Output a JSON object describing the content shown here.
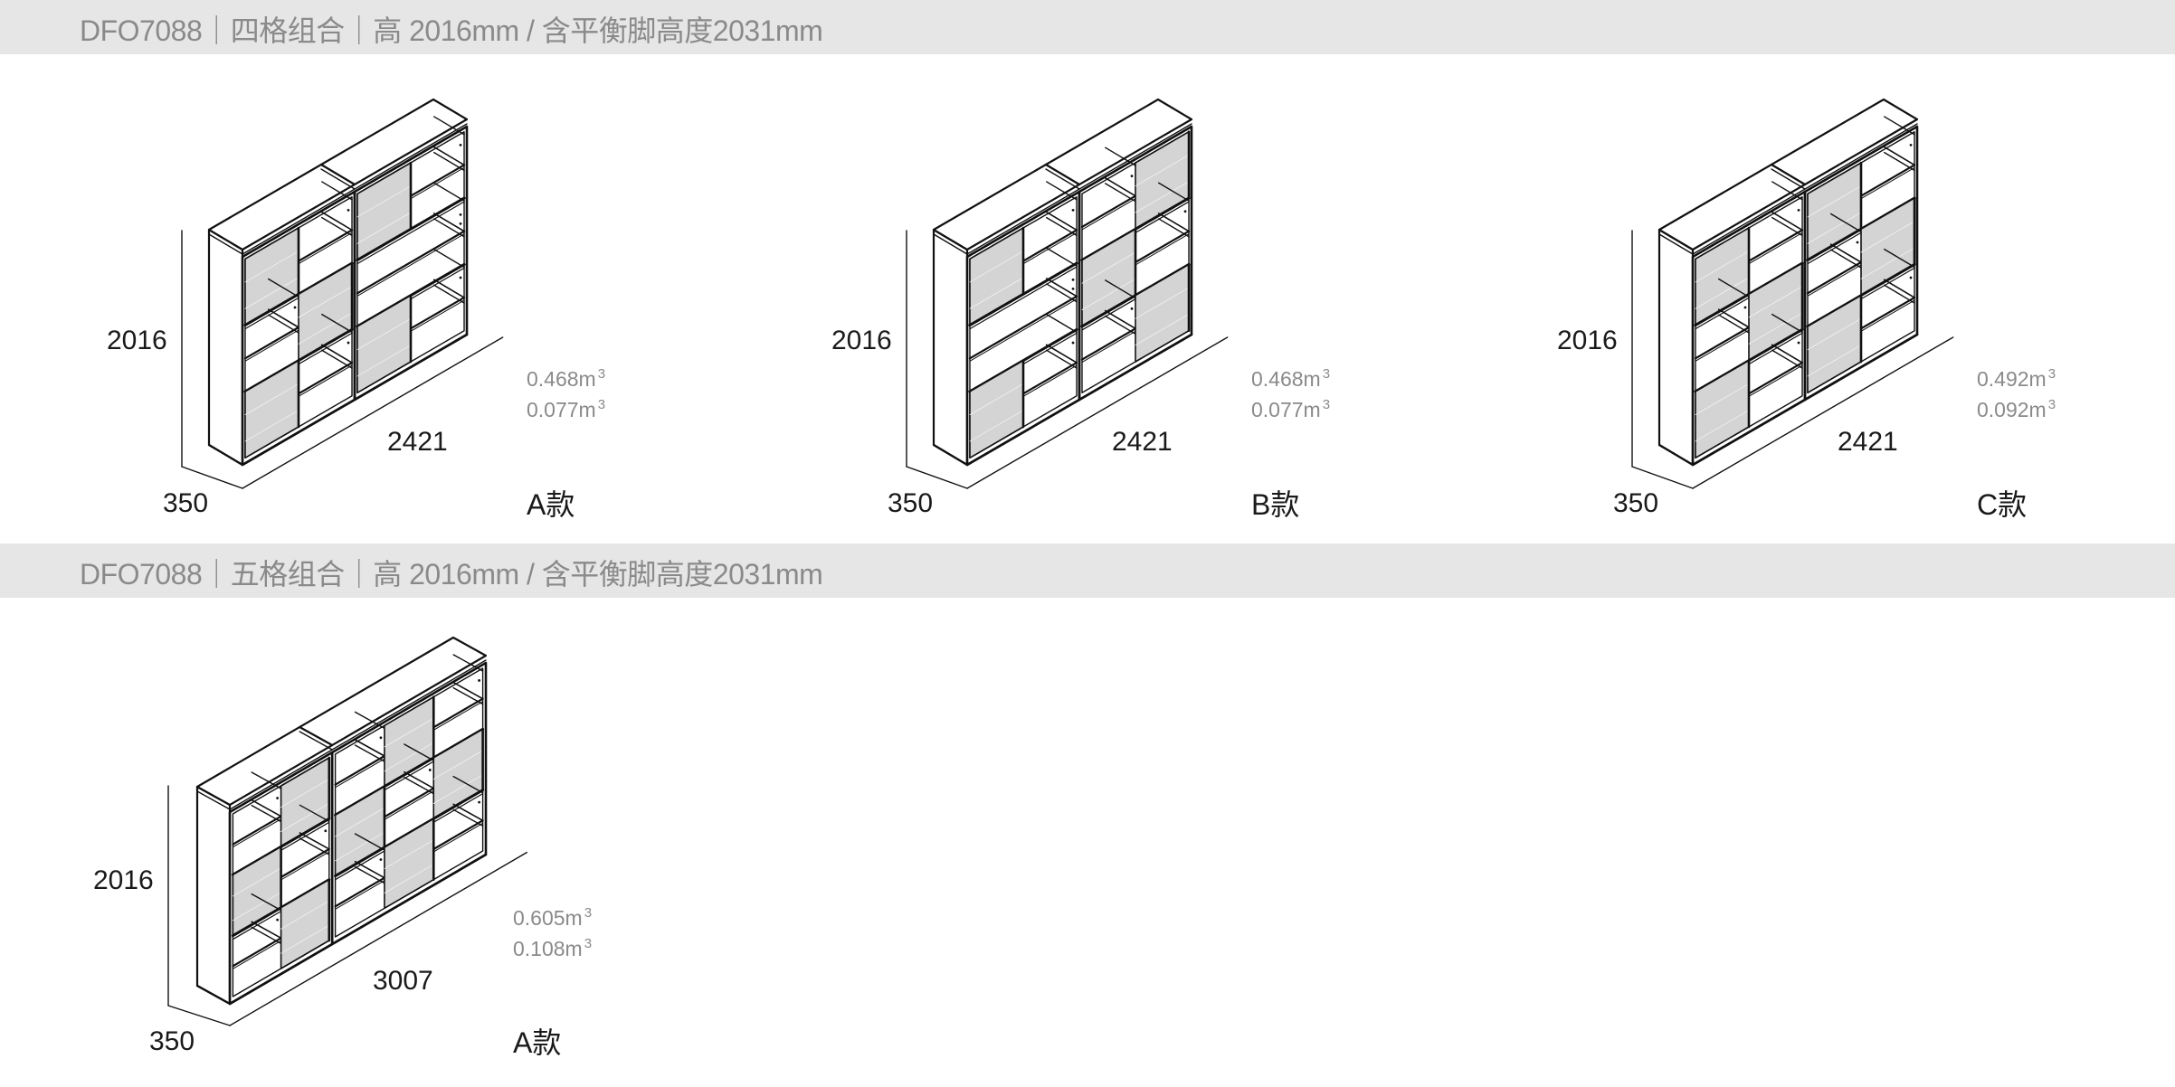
{
  "sections": [
    {
      "title": "DFO7088｜四格组合｜高 2016mm / 含平衡脚高度2031mm",
      "products": [
        {
          "variant": "A款",
          "height": "2016",
          "depth": "350",
          "width": "2421",
          "volume_1": "0.468m",
          "volume_2": "0.077m",
          "volume_unit_sup": "3",
          "modules": [
            {
              "cols": 2,
              "rows": [
                [
                  "D",
                  "O"
                ],
                [
                  "O",
                  "D"
                ],
                [
                  "D",
                  "O"
                ]
              ]
            },
            {
              "cols": 2,
              "rows": [
                [
                  "D",
                  "O"
                ],
                [
                  "W"
                ],
                [
                  "D",
                  "O"
                ]
              ]
            }
          ]
        },
        {
          "variant": "B款",
          "height": "2016",
          "depth": "350",
          "width": "2421",
          "volume_1": "0.468m",
          "volume_2": "0.077m",
          "volume_unit_sup": "3",
          "modules": [
            {
              "cols": 2,
              "rows": [
                [
                  "D",
                  "O"
                ],
                [
                  "W"
                ],
                [
                  "D",
                  "O"
                ]
              ]
            },
            {
              "cols": 2,
              "rows": [
                [
                  "O",
                  "D"
                ],
                [
                  "D",
                  "O"
                ],
                [
                  "O",
                  "D"
                ]
              ]
            }
          ]
        },
        {
          "variant": "C款",
          "height": "2016",
          "depth": "350",
          "width": "2421",
          "volume_1": "0.492m",
          "volume_2": "0.092m",
          "volume_unit_sup": "3",
          "modules": [
            {
              "cols": 2,
              "rows": [
                [
                  "D",
                  "O"
                ],
                [
                  "O",
                  "D"
                ],
                [
                  "D",
                  "O"
                ]
              ]
            },
            {
              "cols": 2,
              "rows": [
                [
                  "D",
                  "O"
                ],
                [
                  "O",
                  "D"
                ],
                [
                  "D",
                  "O"
                ]
              ]
            }
          ]
        }
      ]
    },
    {
      "title": "DFO7088｜五格组合｜高 2016mm / 含平衡脚高度2031mm",
      "products": [
        {
          "variant": "A款",
          "height": "2016",
          "depth": "350",
          "width": "3007",
          "volume_1": "0.605m",
          "volume_2": "0.108m",
          "volume_unit_sup": "3",
          "modules": [
            {
              "cols": 2,
              "rows": [
                [
                  "O",
                  "D"
                ],
                [
                  "D",
                  "O"
                ],
                [
                  "O",
                  "D"
                ]
              ]
            },
            {
              "cols": 3,
              "rows": [
                [
                  "O",
                  "D",
                  "O"
                ],
                [
                  "D",
                  "O",
                  "D"
                ],
                [
                  "O",
                  "D",
                  "O"
                ]
              ]
            }
          ]
        }
      ]
    }
  ],
  "colors": {
    "band_bg": "#e6e6e6",
    "band_text": "#8a8a8a",
    "door_fill": "#d4d4d4",
    "line": "#111111",
    "volume_text": "#8a8a8a"
  }
}
